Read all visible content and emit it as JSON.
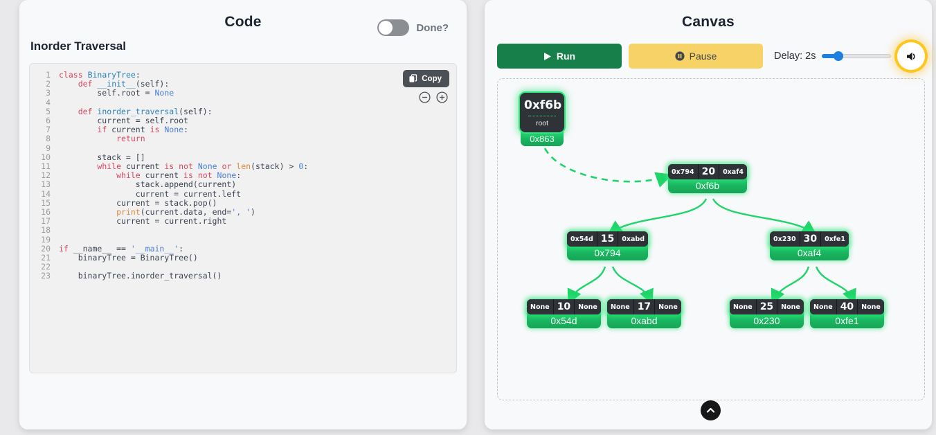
{
  "code_panel": {
    "title": "Code",
    "algorithm_title": "Inorder Traversal",
    "done_label": "Done?",
    "toggle_state": "off",
    "copy_label": "Copy",
    "zoom_out_icon": "minus-circle-icon",
    "zoom_in_icon": "plus-circle-icon",
    "lines": [
      {
        "n": "1",
        "html": "<span class='kw'>class</span> <span class='cls'>BinaryTree</span>:"
      },
      {
        "n": "2",
        "html": "    <span class='kw'>def</span> <span class='fn'>__init__</span>(self):"
      },
      {
        "n": "3",
        "html": "        self.root = <span class='none'>None</span>"
      },
      {
        "n": "4",
        "html": ""
      },
      {
        "n": "5",
        "html": "    <span class='kw'>def</span> <span class='fn'>inorder_traversal</span>(self):"
      },
      {
        "n": "6",
        "html": "        current = self.root"
      },
      {
        "n": "7",
        "html": "        <span class='kw'>if</span> current <span class='op'>is</span> <span class='none'>None</span>:"
      },
      {
        "n": "8",
        "html": "            <span class='kw'>return</span>"
      },
      {
        "n": "9",
        "html": ""
      },
      {
        "n": "10",
        "html": "        stack = []"
      },
      {
        "n": "11",
        "html": "        <span class='kw'>while</span> current <span class='op'>is</span> <span class='op'>not</span> <span class='none'>None</span> <span class='op'>or</span> <span class='bi'>len</span>(stack) &gt; <span class='num'>0</span>:"
      },
      {
        "n": "12",
        "html": "            <span class='kw'>while</span> current <span class='op'>is</span> <span class='op'>not</span> <span class='none'>None</span>:"
      },
      {
        "n": "13",
        "html": "                stack.append(current)"
      },
      {
        "n": "14",
        "html": "                current = current.left"
      },
      {
        "n": "15",
        "html": "            current = stack.pop()"
      },
      {
        "n": "16",
        "html": "            <span class='bi'>print</span>(current.data, end=<span class='str'>', '</span>)"
      },
      {
        "n": "17",
        "html": "            current = current.right"
      },
      {
        "n": "18",
        "html": ""
      },
      {
        "n": "19",
        "html": ""
      },
      {
        "n": "20",
        "html": "<span class='kw'>if</span> __name__ == <span class='str'>'__main__'</span>:"
      },
      {
        "n": "21",
        "html": "    binaryTree = BinaryTree()"
      },
      {
        "n": "22",
        "html": ""
      },
      {
        "n": "23",
        "html": "    binaryTree.inorder_traversal()"
      }
    ]
  },
  "canvas_panel": {
    "title": "Canvas",
    "run_label": "Run",
    "run_icon": "play-icon",
    "pause_label": "Pause",
    "pause_icon": "pause-circle-icon",
    "delay_label": "Delay: 2s",
    "delay_value_pct": 22,
    "sound_icon": "speaker-icon",
    "scroll_up_icon": "chevron-up-icon",
    "colors": {
      "run_green": "#17804a",
      "pause_yellow": "#f7d266",
      "slider_blue": "#1d7fe0",
      "node_green": "#2ee77a",
      "node_dark": "#2f3338",
      "sound_glow": "#ffc414"
    },
    "root_pointer": {
      "pointer_value": "0xf6b",
      "label": "root",
      "address": "0x863"
    },
    "nodes": [
      {
        "id": "n20",
        "left": "0x794",
        "value": "20",
        "right": "0xaf4",
        "address": "0xf6b"
      },
      {
        "id": "n15",
        "left": "0x54d",
        "value": "15",
        "right": "0xabd",
        "address": "0x794"
      },
      {
        "id": "n30",
        "left": "0x230",
        "value": "30",
        "right": "0xfe1",
        "address": "0xaf4"
      },
      {
        "id": "n10",
        "left": "None",
        "value": "10",
        "right": "None",
        "address": "0x54d"
      },
      {
        "id": "n17",
        "left": "None",
        "value": "17",
        "right": "None",
        "address": "0xabd"
      },
      {
        "id": "n25",
        "left": "None",
        "value": "25",
        "right": "None",
        "address": "0x230"
      },
      {
        "id": "n40",
        "left": "None",
        "value": "40",
        "right": "None",
        "address": "0xfe1"
      }
    ]
  }
}
